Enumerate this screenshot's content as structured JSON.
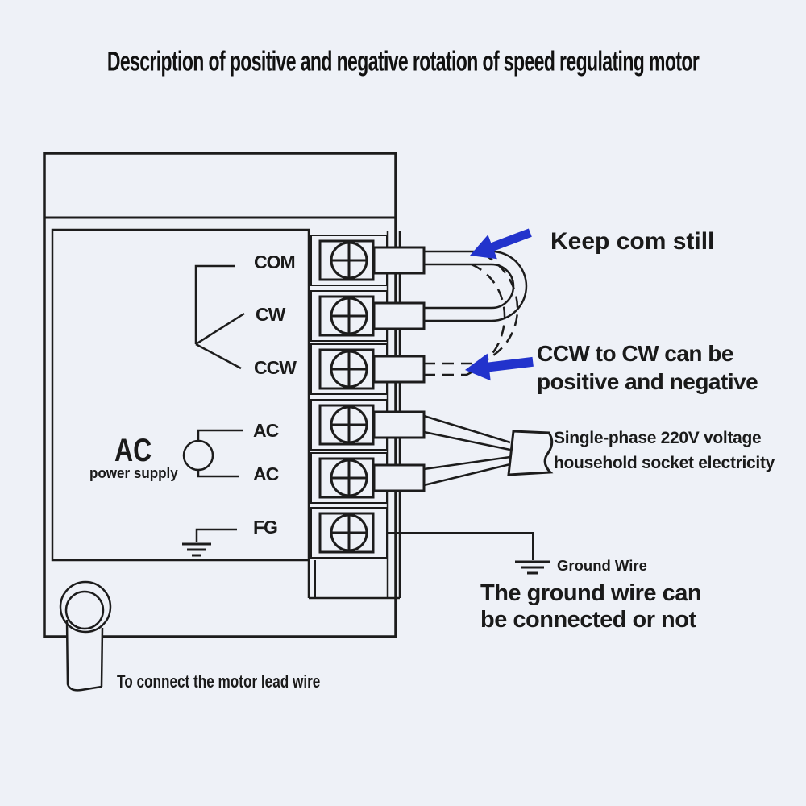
{
  "title": "Description of positive and negative rotation of speed regulating motor",
  "controller": {
    "terminals": [
      "COM",
      "CW",
      "CCW",
      "AC",
      "AC",
      "FG"
    ],
    "power_label": "AC",
    "power_sublabel": "power supply"
  },
  "annotations": {
    "keep_com": "Keep com still",
    "reverse_line1": "CCW to CW can be",
    "reverse_line2": "positive and negative",
    "supply_line1": "Single-phase 220V voltage",
    "supply_line2": "household socket electricity",
    "ground_wire_label": "Ground Wire",
    "ground_note_line1": "The ground wire can",
    "ground_note_line2": "be connected or not",
    "motor_lead_note": "To connect the motor lead wire"
  },
  "colors": {
    "background": "#eef1f7",
    "line": "#1c1c1c",
    "arrow_blue": "#2233cc"
  }
}
